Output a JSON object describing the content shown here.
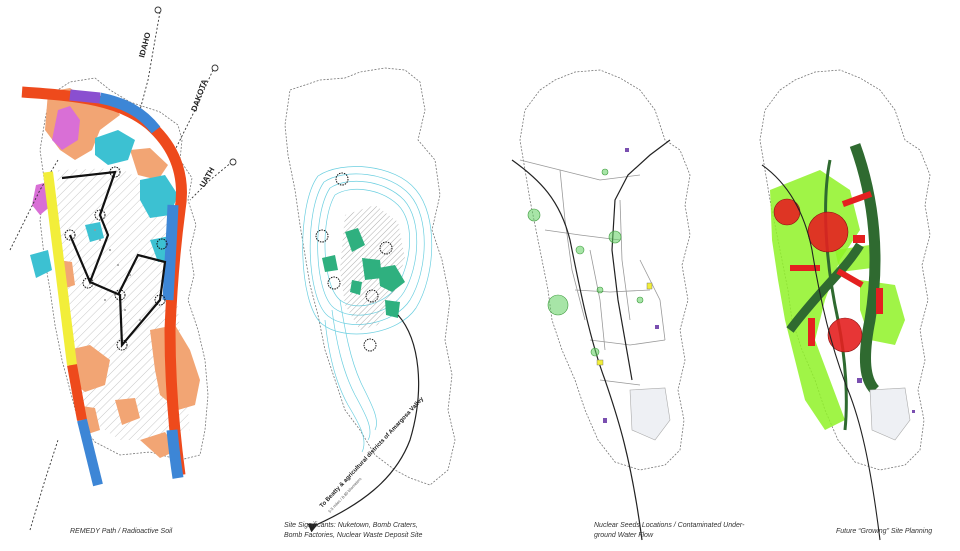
{
  "panels": [
    {
      "caption_lines": [
        "REMEDY Path / Radioactive Soil"
      ],
      "routes": [
        "IDAHO",
        "DAKOTA",
        "UATH"
      ]
    },
    {
      "caption_lines": [
        "Site Significants: Nuketown, Bomb Craters,",
        "Bomb Factories, Nuclear Waste Deposit Site"
      ],
      "arrow_label": "To Beatty & agricultural districts of Amargosa Valley",
      "arrow_sub": "5.5 miles / 8.85 kilometers"
    },
    {
      "caption_lines": [
        "Nuclear Seeds Locations / Contaminated Under-",
        "ground Water Flow"
      ]
    },
    {
      "caption_lines": [
        "Future “Growing” Site Planning"
      ]
    }
  ],
  "colors": {
    "orange_path": "#ee4a1c",
    "blue_path": "#3d86d6",
    "yellow_path": "#f2ee3a",
    "pink_soil": "#d96fd6",
    "peach_soil": "#f2a574",
    "cyan_soil": "#3cc1d2",
    "teal_crater": "#2fb07f",
    "green_seed": "#5fcf5f",
    "lime_zone": "#8ff227",
    "red_zone": "#e42020",
    "dark_green": "#2f6a30",
    "purple_mark": "#7a4fb0"
  }
}
